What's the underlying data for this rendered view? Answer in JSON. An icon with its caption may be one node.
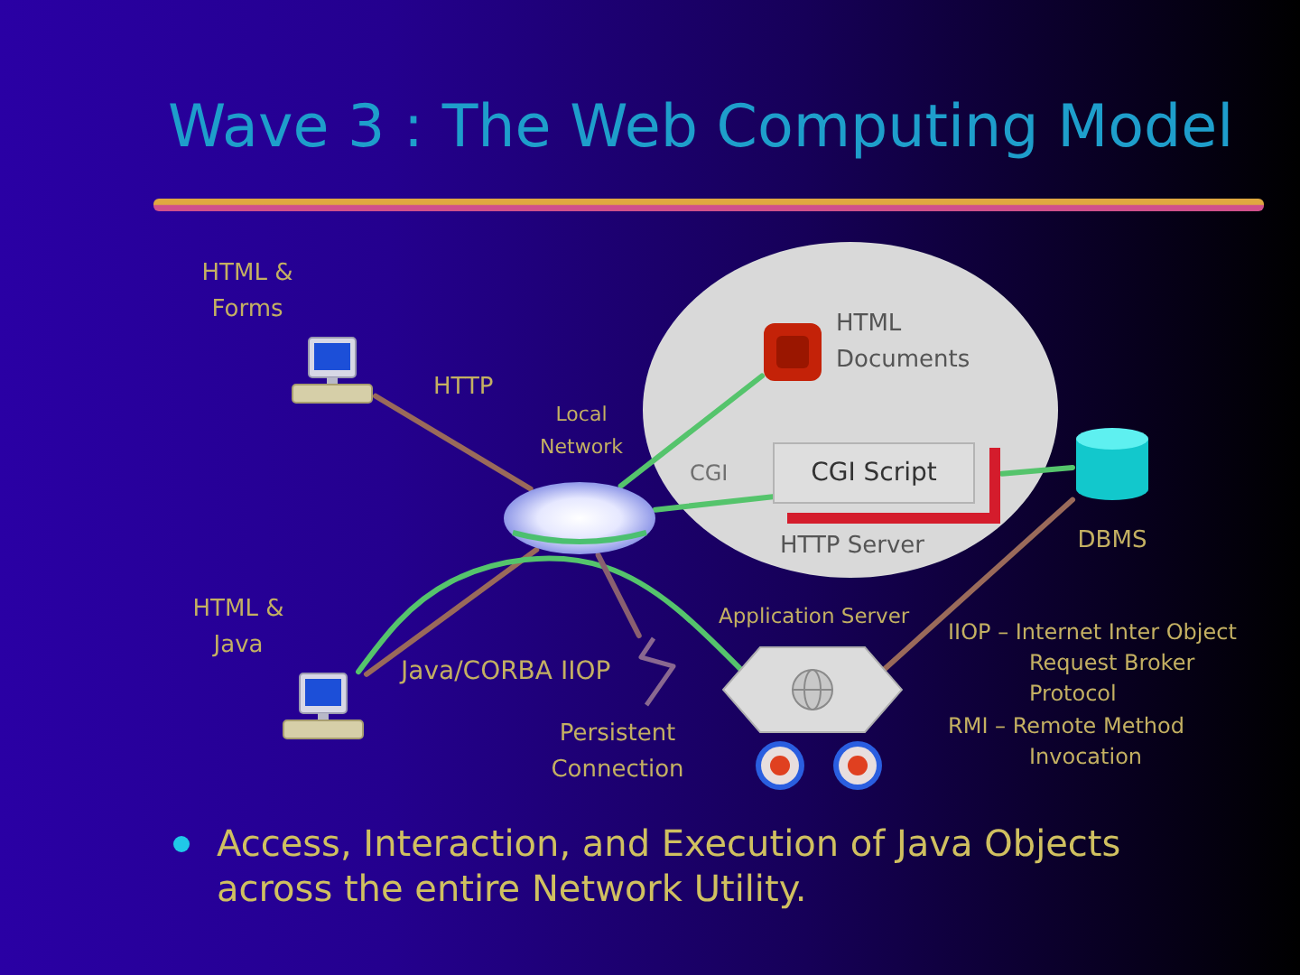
{
  "diagram": {
    "title": "Wave 3 : The Web Computing Model",
    "nodes": [
      {
        "text": [],
        "shape": "picture",
        "beside": [
          "HTML & Forms"
        ]
      },
      {
        "text": [],
        "shape": "cloud",
        "beside": [
          "Local Network"
        ]
      },
      {
        "text": [
          "HTTP Server"
        ]
      },
      {
        "text": [],
        "shape": "picture",
        "in": 2,
        "beside": [
          "HTML Documents"
        ]
      },
      {
        "text": [
          "CGI Script"
        ],
        "in": 2
      },
      {
        "text": [],
        "shape": "cylinder",
        "beside": [
          "DBMS"
        ]
      },
      {
        "text": [],
        "shape": "picture",
        "beside": [
          "HTML & Java"
        ]
      },
      {
        "text": [],
        "shape": "hexagon",
        "beside": [
          "Application Server"
        ]
      },
      {
        "text": [],
        "shape": "picture",
        "beside": [
          "Persistent Connection"
        ]
      }
    ],
    "edges": [
      {
        "from": 0,
        "to": 1,
        "arrow": "none",
        "label": "HTTP",
        "color": "#9a6a5a"
      },
      {
        "from": 1,
        "to": 3,
        "arrow": "none"
      },
      {
        "from": 1,
        "to": 4,
        "arrow": "none",
        "label": "CGI"
      },
      {
        "from": 4,
        "to": 5,
        "arrow": "none"
      },
      {
        "from": 6,
        "to": 1,
        "arrow": "none",
        "color": "#9a6a5a"
      },
      {
        "from": 6,
        "to": 7,
        "arrow": "none"
      },
      {
        "from": 1,
        "to": 8,
        "arrow": "none",
        "color": "#8a6070"
      },
      {
        "from": 7,
        "to": 5,
        "arrow": "none",
        "color": "#9a6a5a"
      }
    ],
    "labels": [
      "Java/CORBA IIOP",
      "IIOP – Internet Inter Object Request Broker Protocol",
      "RMI – Remote Method Invocation",
      "Access, Interaction, and Execution of Java Objects across the entire Network Utility."
    ]
  }
}
